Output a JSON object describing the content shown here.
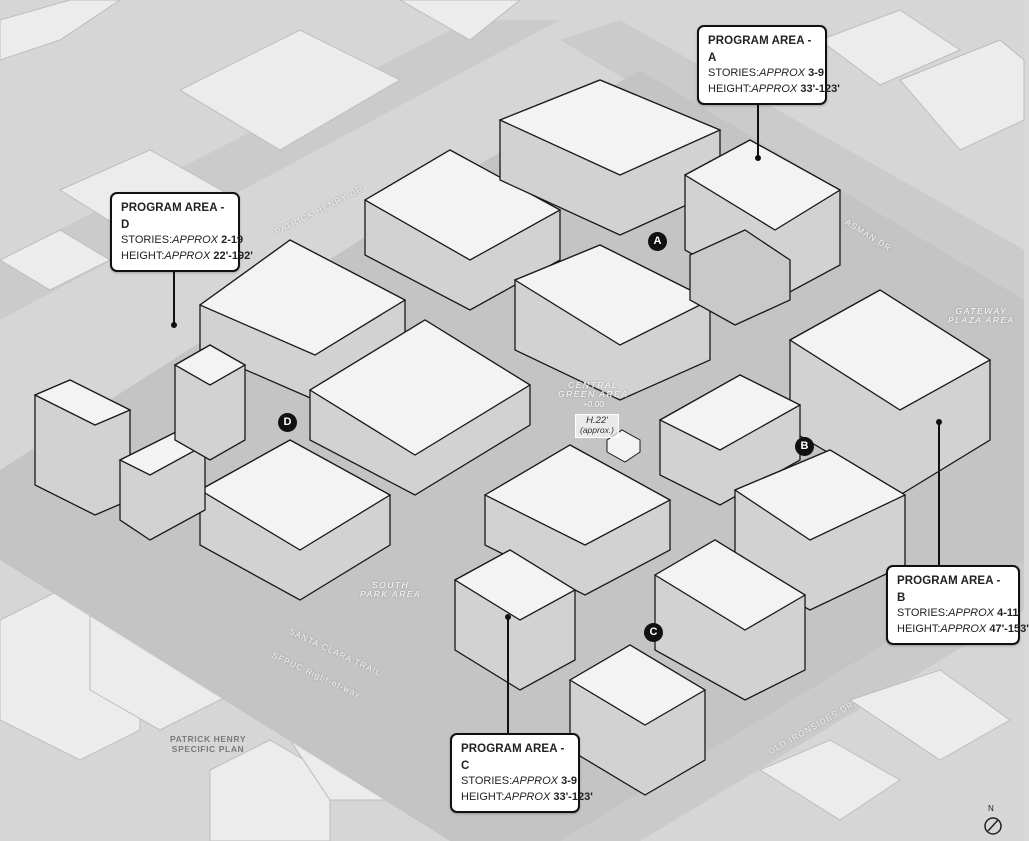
{
  "callouts": {
    "a": {
      "title": "PROGRAM AREA - A",
      "stories_label": "STORIES:",
      "stories_qual": "APPROX",
      "stories_value": "3-9",
      "height_label": "HEIGHT:",
      "height_qual": "APPROX",
      "height_value": "33'-123'"
    },
    "b": {
      "title": "PROGRAM AREA - B",
      "stories_label": "STORIES:",
      "stories_qual": "APPROX",
      "stories_value": "4-11",
      "height_label": "HEIGHT:",
      "height_qual": "APPROX",
      "height_value": "47'-153'"
    },
    "c": {
      "title": "PROGRAM AREA - C",
      "stories_label": "STORIES:",
      "stories_qual": "APPROX",
      "stories_value": "3-9",
      "height_label": "HEIGHT:",
      "height_qual": "APPROX",
      "height_value": "33'-123'"
    },
    "d": {
      "title": "PROGRAM AREA - D",
      "stories_label": "STORIES:",
      "stories_qual": "APPROX",
      "stories_value": "2-19",
      "height_label": "HEIGHT:",
      "height_qual": "APPROX",
      "height_value": "22'-192'"
    }
  },
  "markers": {
    "a": "A",
    "b": "B",
    "c": "C",
    "d": "D"
  },
  "areas": {
    "central_line1": "CENTRAL",
    "central_line2": "GREEN AREA",
    "central_elev": "+0.00",
    "height_line1": "H.22'",
    "height_line2": "(approx.)",
    "gateway_line1": "GATEWAY",
    "gateway_line2": "PLAZA AREA",
    "south_line1": "SOUTH",
    "south_line2": "PARK AREA"
  },
  "streets": {
    "patrick_henry": "PATRICK HENRY DR",
    "asman": "ASMAN DR",
    "santa_clara": "SANTA CLARA TRAIL",
    "sfpuc": "SFPUC Right-of-way",
    "old_ironsides": "OLD IRONSIDES DR."
  },
  "specific_plan": {
    "line1": "PATRICK HENRY",
    "line2": "SPECIFIC PLAN"
  },
  "north": {
    "label": "N",
    "icon": "north-arrow-icon"
  },
  "colors": {
    "ground": "#d9d9d9",
    "road": "#c6c6c6",
    "site": "#c2c2c2",
    "roof": "#f2f2f2",
    "facade": "#d0d0d0",
    "outline": "#1a1a1a",
    "callout_border": "#111111"
  }
}
